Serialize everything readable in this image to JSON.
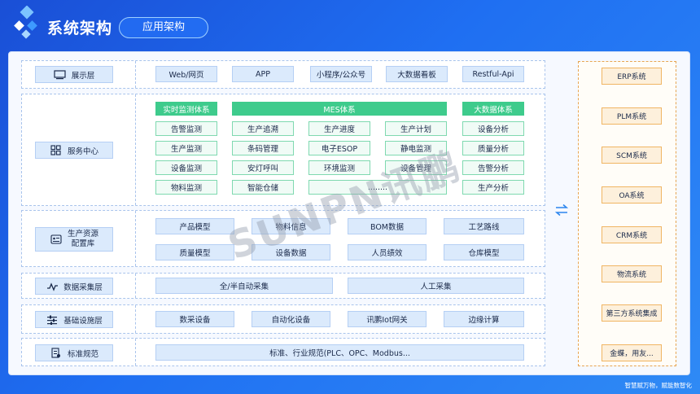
{
  "header": {
    "title": "系统架构",
    "pill": "应用架构"
  },
  "layers": {
    "display": {
      "label": "展示层",
      "items": [
        "Web/网页",
        "APP",
        "小程序/公众号",
        "大数据看板",
        "Restful-Api"
      ]
    },
    "service": {
      "label": "服务中心",
      "groups": [
        {
          "title": "实时监测体系",
          "items": [
            "告警监测",
            "生产监测",
            "设备监测",
            "物料监测"
          ]
        },
        {
          "title": "MES体系",
          "items": [
            "生产追溯",
            "生产进度",
            "生产计划",
            "条码管理",
            "电子ESOP",
            "静电监测",
            "安灯呼叫",
            "环境监测",
            "设备管理",
            "智能仓储",
            "........"
          ]
        },
        {
          "title": "大数据体系",
          "items": [
            "设备分析",
            "质量分析",
            "告警分析",
            "生产分析"
          ]
        }
      ]
    },
    "resource": {
      "label_line1": "生产资源",
      "label_line2": "配置库",
      "items": [
        "产品模型",
        "物料信息",
        "BOM数据",
        "工艺路线",
        "质量模型",
        "设备数据",
        "人员绩效",
        "仓库模型"
      ]
    },
    "collection": {
      "label": "数据采集层",
      "items": [
        "全/半自动采集",
        "人工采集"
      ]
    },
    "infrastructure": {
      "label": "基础设施层",
      "items": [
        "数采设备",
        "自动化设备",
        "讯鹏Iot网关",
        "边缘计算"
      ]
    },
    "standard": {
      "label": "标准规范",
      "items": [
        "标准、行业规范(PLC、OPC、Modbus..."
      ]
    }
  },
  "external_systems": [
    "ERP系统",
    "PLM系统",
    "SCM系统",
    "OA系统",
    "CRM系统",
    "物流系统",
    "第三方系统集成",
    "金蝶，用友..."
  ],
  "watermark": "SUNPN讯鹏",
  "footer": "智慧赋万物，赋能数智化",
  "icons": {
    "logo": "diamond-logo-icon",
    "display": "monitor-icon",
    "service": "grid-icon",
    "resource": "id-card-icon",
    "collection": "pulse-icon",
    "infrastructure": "sliders-icon",
    "standard": "document-icon",
    "sync": "sync-arrows-icon"
  },
  "colors": {
    "background": "#1f6ff2",
    "green": "#3ecb8c",
    "orange": "#f0b563",
    "lightblue": "#dbeafc"
  }
}
